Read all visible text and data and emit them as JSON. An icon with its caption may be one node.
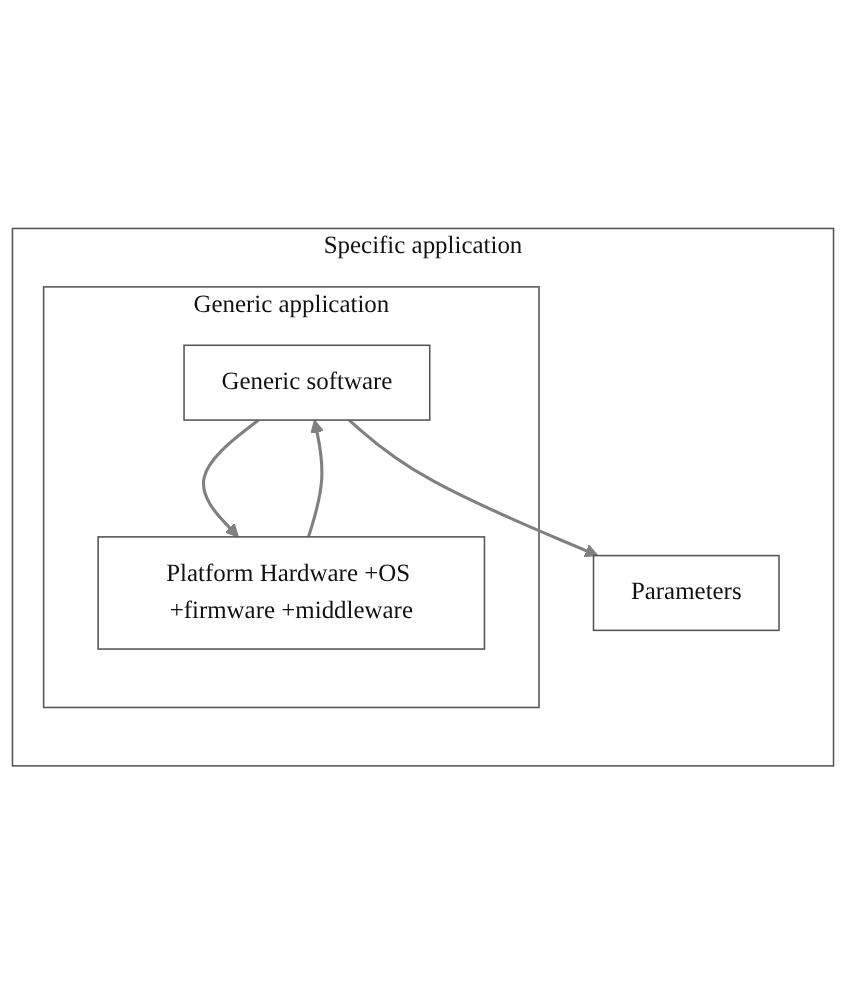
{
  "diagram": {
    "nodes": [
      {
        "text": [
          "Specific application"
        ]
      },
      {
        "text": [
          "Parameters"
        ],
        "in": 0
      },
      {
        "text": [
          "Generic application"
        ],
        "in": 0
      },
      {
        "text": [
          "Generic software"
        ],
        "in": 2
      },
      {
        "text": [
          "Platform Hardware +OS +firmware +middleware"
        ],
        "in": 2
      }
    ],
    "edges": [
      {
        "from": 3,
        "to": 1,
        "arrow": "to"
      },
      {
        "from": 3,
        "to": 4,
        "arrow": "to"
      },
      {
        "from": 4,
        "to": 3,
        "arrow": "to"
      }
    ]
  }
}
